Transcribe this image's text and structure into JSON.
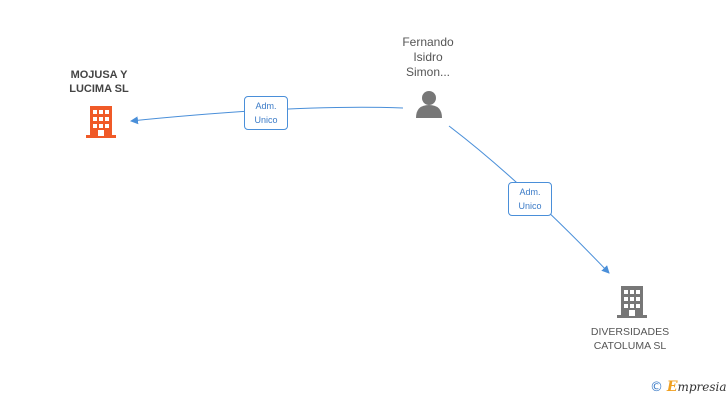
{
  "nodes": {
    "company_main": {
      "line1": "MOJUSA Y",
      "line2": "LUCIMA SL",
      "color": "#f05a28"
    },
    "person": {
      "line1": "Fernando",
      "line2": "Isidro",
      "line3": "Simon...",
      "color": "#777777"
    },
    "company_sub": {
      "line1": "DIVERSIDADES",
      "line2": "CATOLUMA SL",
      "color": "#777777"
    }
  },
  "edges": [
    {
      "from": "person",
      "to": "company_main",
      "line1": "Adm.",
      "line2": "Unico"
    },
    {
      "from": "person",
      "to": "company_sub",
      "line1": "Adm.",
      "line2": "Unico"
    }
  ],
  "edge_color": "#4a8fd9",
  "brand": {
    "copyright": "©",
    "e": "E",
    "name": "mpresia"
  }
}
